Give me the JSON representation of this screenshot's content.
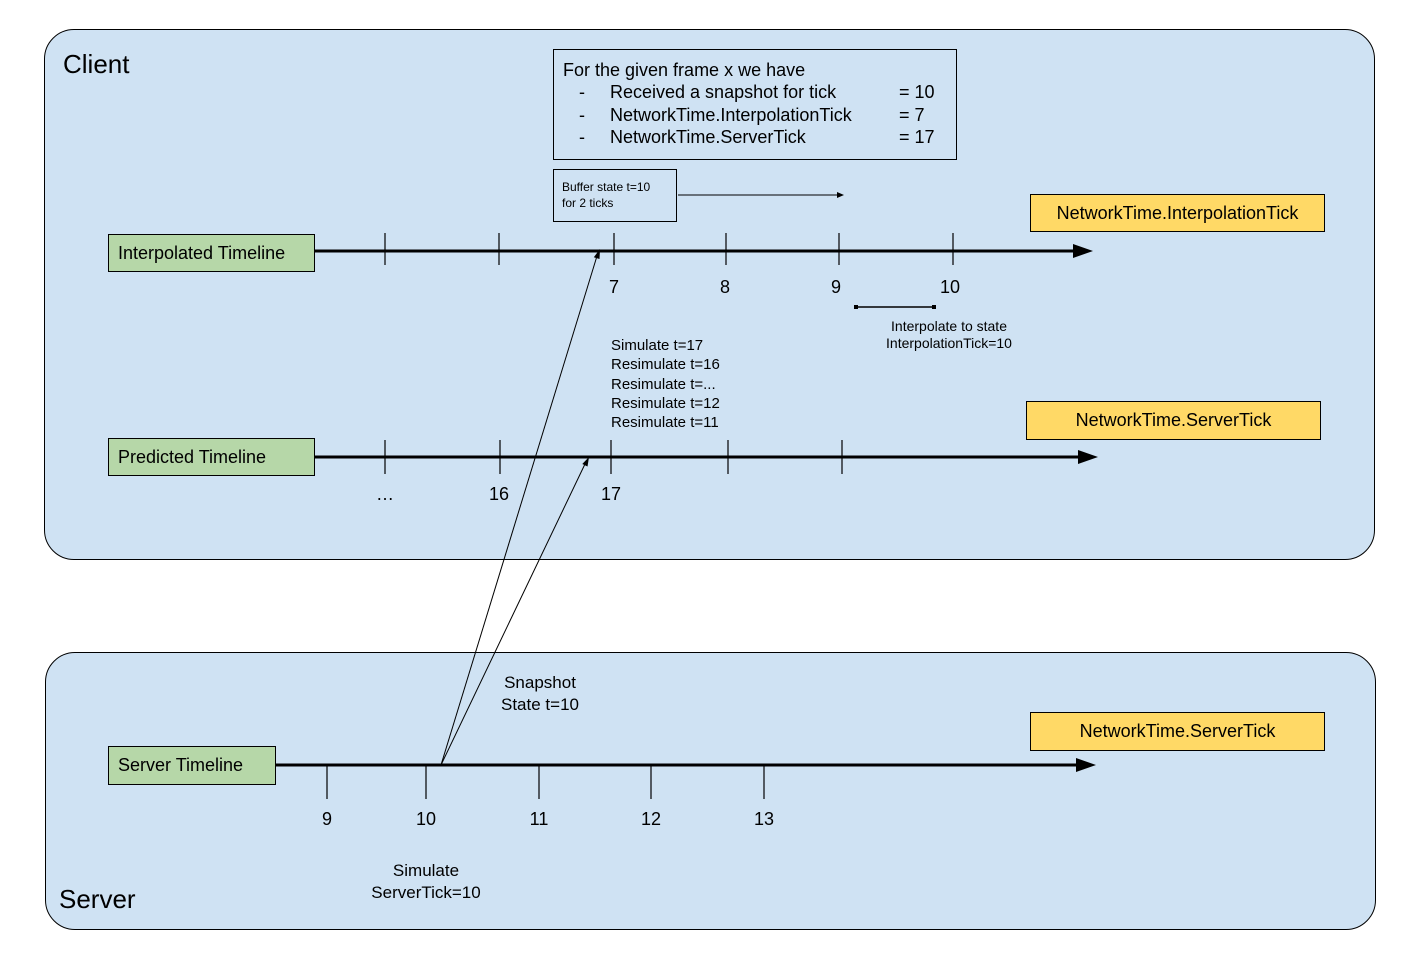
{
  "client": {
    "title": "Client",
    "info_box": {
      "heading": "For the given frame x we have",
      "rows": [
        {
          "bullet": "-",
          "label": "Received a snapshot for tick",
          "value": "= 10"
        },
        {
          "bullet": "-",
          "label": "NetworkTime.InterpolationTick",
          "value": "= 7"
        },
        {
          "bullet": "-",
          "label": "NetworkTime.ServerTick",
          "value": "= 17"
        }
      ]
    },
    "buffer_note": {
      "line1": "Buffer state t=10",
      "line2": "for 2 ticks"
    },
    "interpolated": {
      "label": "Interpolated Timeline",
      "badge": "NetworkTime.InterpolationTick",
      "ticks": [
        "7",
        "8",
        "9",
        "10"
      ],
      "note_line1": "Interpolate to state",
      "note_line2": "InterpolationTick=10"
    },
    "predicted": {
      "label": "Predicted Timeline",
      "badge": "NetworkTime.ServerTick",
      "ticks": [
        "…",
        "16",
        "17"
      ],
      "sim_lines": [
        "Simulate t=17",
        "Resimulate t=16",
        "Resimulate t=...",
        "Resimulate t=12",
        "Resimulate t=11"
      ]
    }
  },
  "server": {
    "title": "Server",
    "timeline": {
      "label": "Server Timeline",
      "badge": "NetworkTime.ServerTick",
      "ticks": [
        "9",
        "10",
        "11",
        "12",
        "13"
      ]
    },
    "snapshot_line1": "Snapshot",
    "snapshot_line2": "State t=10",
    "simulate_line1": "Simulate",
    "simulate_line2": "ServerTick=10"
  }
}
